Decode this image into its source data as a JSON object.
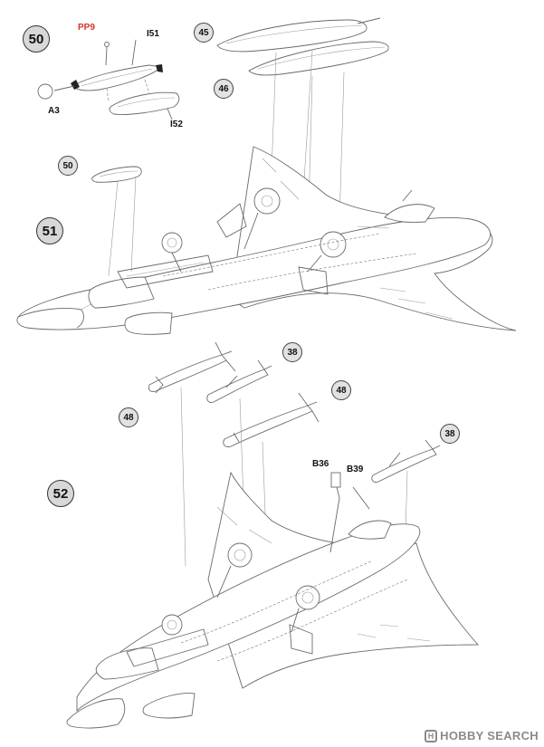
{
  "steps": [
    {
      "id": "step-50",
      "number": "50"
    },
    {
      "id": "step-51",
      "number": "51"
    },
    {
      "id": "step-52",
      "number": "52"
    }
  ],
  "references": [
    {
      "id": "ref-45",
      "number": "45"
    },
    {
      "id": "ref-46",
      "number": "46"
    },
    {
      "id": "ref-50",
      "number": "50"
    },
    {
      "id": "ref-38-top",
      "number": "38"
    },
    {
      "id": "ref-48-left",
      "number": "48"
    },
    {
      "id": "ref-48-right",
      "number": "48"
    },
    {
      "id": "ref-38-right",
      "number": "38"
    }
  ],
  "parts": {
    "pp9": "PP9",
    "i51": "I51",
    "a3": "A3",
    "i52": "I52",
    "b36": "B36",
    "b39": "B39"
  },
  "colors": {
    "line": "#6a6a6a",
    "circle_fill": "#d8d8d8",
    "red_label": "#d9312b",
    "watermark": "#8a8a8a"
  },
  "watermark": {
    "logo_icon": "hobby-logo-icon",
    "text": "HOBBY SEARCH"
  }
}
